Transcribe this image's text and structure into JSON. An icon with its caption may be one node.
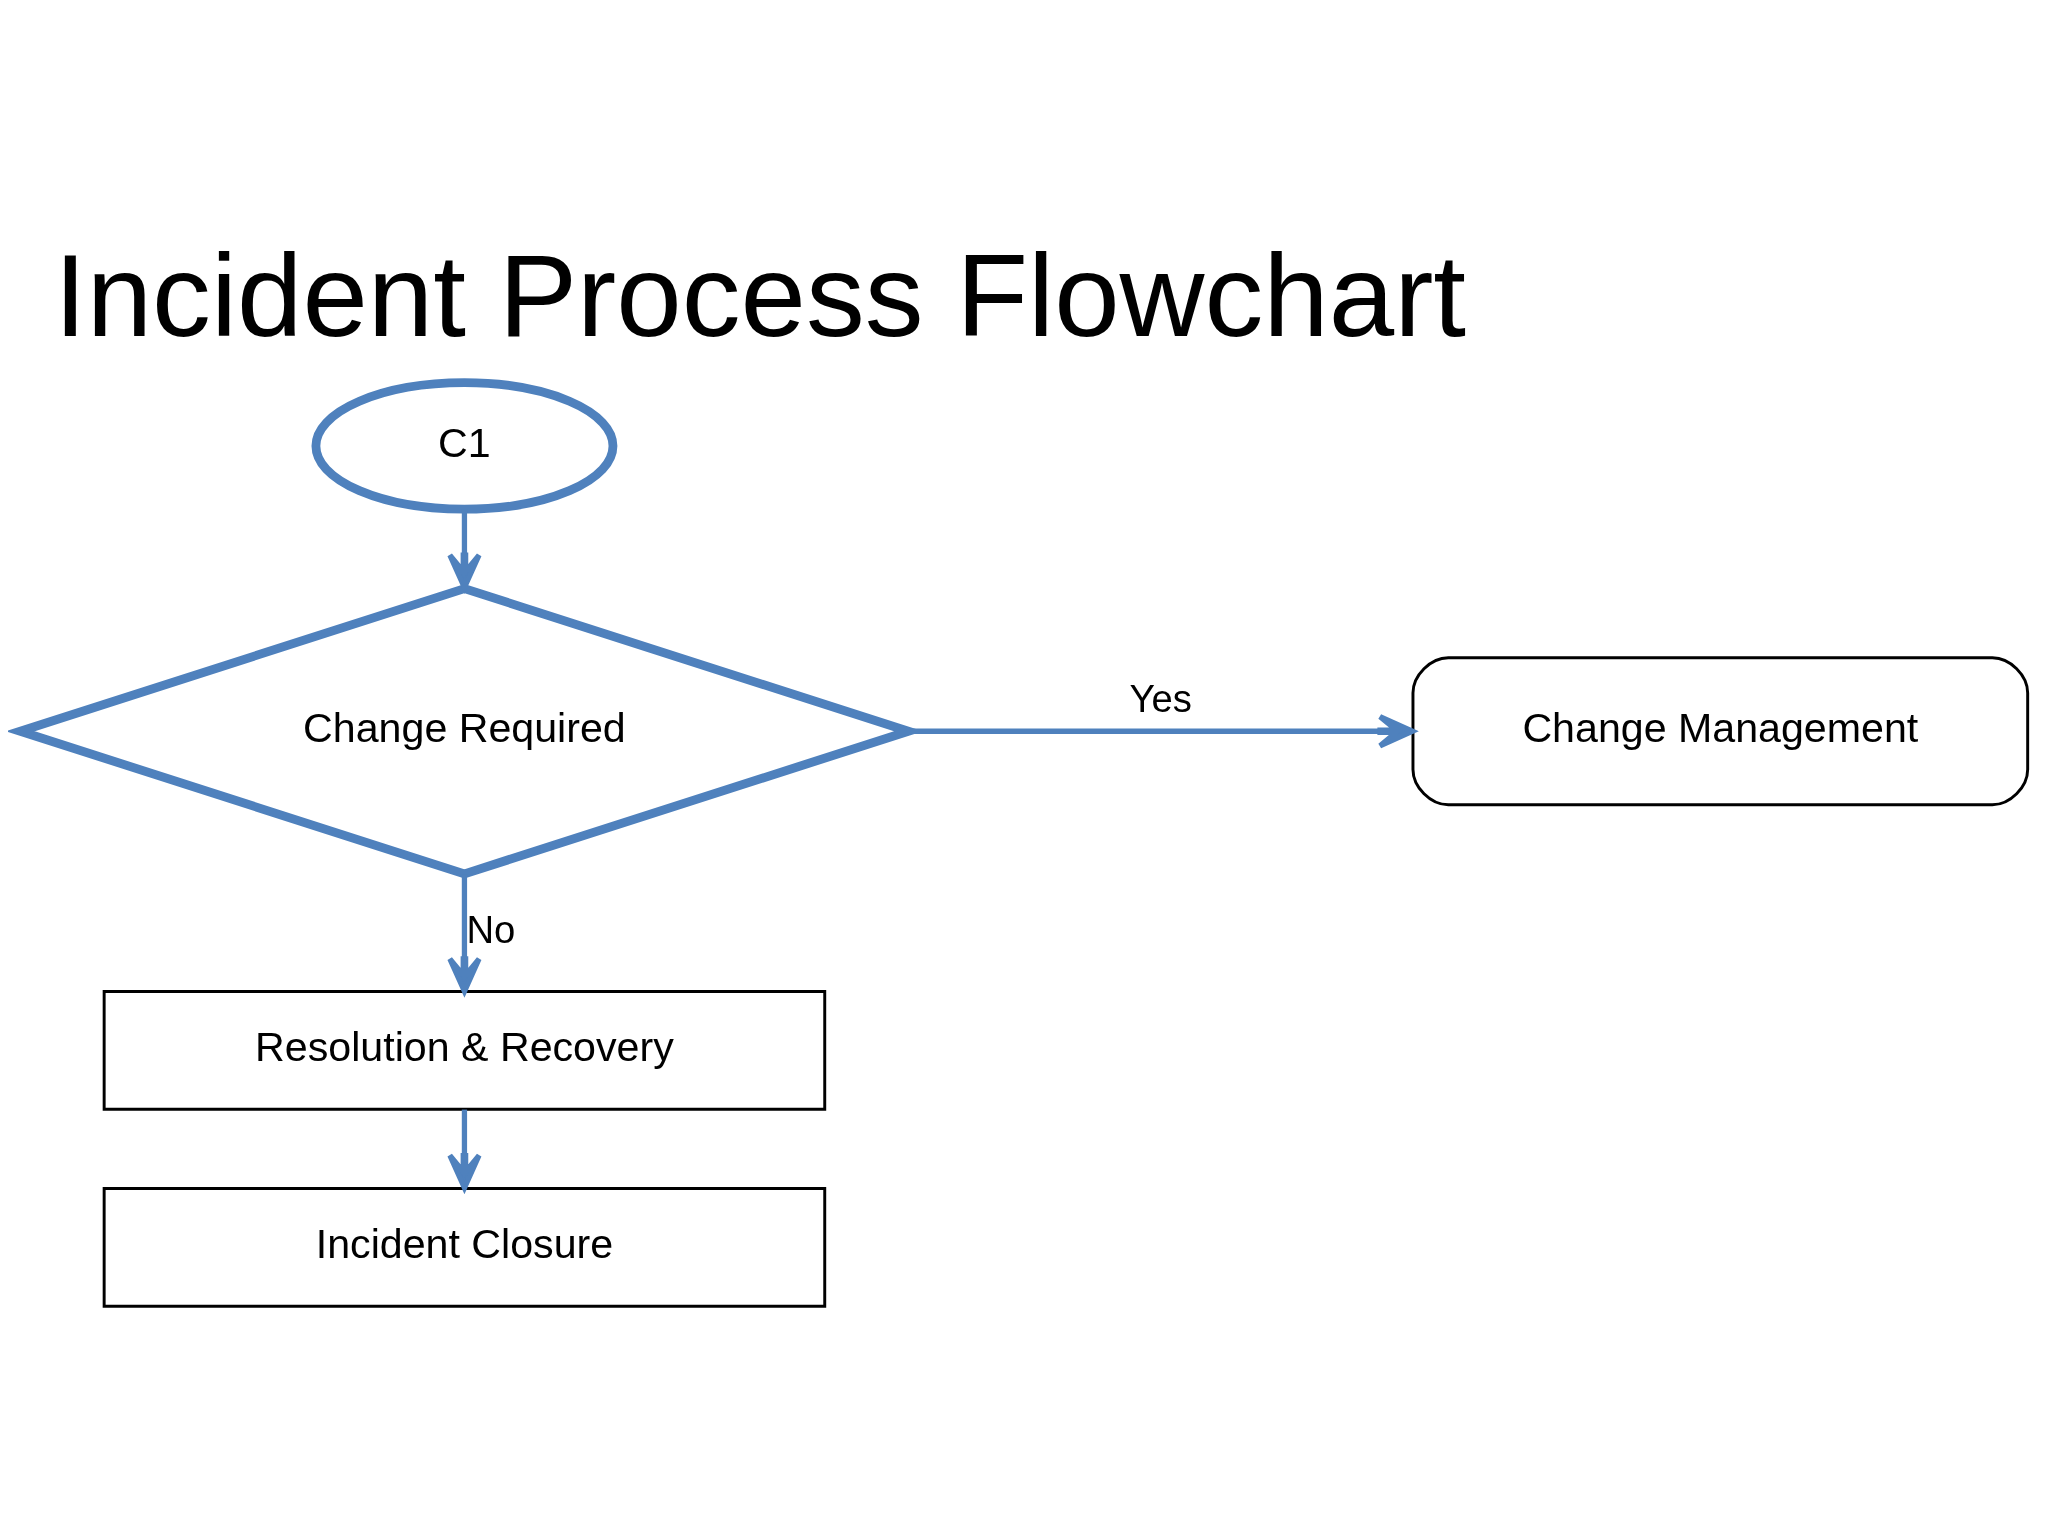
{
  "diagram": {
    "title": "Incident Process Flowchart",
    "nodes": [
      {
        "text": [
          "C1"
        ]
      },
      {
        "text": [
          "Change Required"
        ]
      },
      {
        "text": [
          "Change Management"
        ]
      },
      {
        "text": [
          "Resolution & Recovery"
        ]
      },
      {
        "text": [
          "Incident Closure"
        ]
      }
    ],
    "edges": [
      {
        "from": 0,
        "to": 1,
        "arrow": "to"
      },
      {
        "from": 1,
        "to": 2,
        "arrow": "to",
        "label": "Yes"
      },
      {
        "from": 1,
        "to": 3,
        "arrow": "to",
        "label": "No"
      },
      {
        "from": 3,
        "to": 4,
        "arrow": "to"
      }
    ]
  }
}
